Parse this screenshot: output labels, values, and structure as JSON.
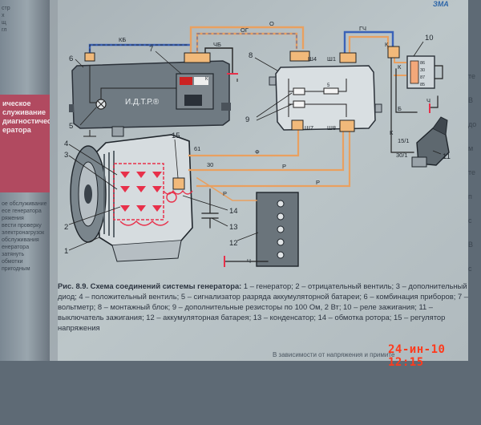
{
  "left_column": {
    "lines_top": "стр\nх\nщ\nгл",
    "highlight_lines": "ическое\nслуживание\nдиагностического\nератора",
    "lines_bottom": "ое обслуживание\nесе генератора\nряжения\nвести проверку\nэлектронагрузок\nобслуживания\nенератора\nзатянуть\nобмотки\nпригодным"
  },
  "page_header": "ЗМА",
  "right_margin": "те\nВ\nдо\nм\nте\nп\nс\nВ\nс",
  "diagram": {
    "labels": {
      "n1": "1",
      "n2": "2",
      "n3": "3",
      "n4": "4",
      "n5": "5",
      "n6": "6",
      "n7": "7",
      "n8": "8",
      "n9": "9",
      "n10": "10",
      "n11": "11",
      "n12": "12",
      "n13": "13",
      "n14": "14",
      "n15": "15"
    },
    "wires": {
      "kb": "КБ",
      "og": "ОГ",
      "o": "О",
      "chb": "ЧБ",
      "gch": "ГЧ",
      "k1": "К",
      "k2": "К",
      "b": "Б",
      "k3": "К",
      "ch1": "Ч",
      "ch2": "Ч",
      "f": "Ф",
      "r1": "Р",
      "r2": "Р",
      "r3": "Р",
      "t61": "61",
      "t30": "30",
      "t15_1": "15/1",
      "t30_1": "30/1"
    },
    "connectors": {
      "sh4": "Ш4",
      "sh7": "Ш7",
      "sh1": "Ш1",
      "sh8": "Ш8",
      "idtr": "И.Д.Т.Р.®",
      "k_label": "К",
      "relay_pins": [
        "86",
        "30",
        "87",
        "85"
      ],
      "res_label": "5"
    }
  },
  "caption": {
    "figure": "Рис. 8.9. Схема соединений системы генератора:",
    "text": " 1 – генератор; 2 – отрицательный вентиль; 3 – дополнительный диод; 4 – положительный вентиль; 5 – сигнализатор разряда аккумуляторной батареи; 6 – комбинация приборов; 7 – вольтметр; 8 – монтажный блок; 9 – дополнительные резисторы по 100 Ом, 2 Вт; 10 – реле зажигания; 11 – выключатель зажигания; 12 – аккумуляторная батарея; 13 – конденсатор; 14 – обмотка ротора; 15 – регулятор напряжения"
  },
  "bottom_fragment": "В зависимости от напряжения и примите",
  "timestamp": "24-ин-10 12:15",
  "colors": {
    "paper": "#b7c1c5",
    "wire_red": "#e8304a",
    "wire_orange": "#e9a060",
    "wire_blue": "#3a62b8",
    "ink": "#222a32",
    "timestamp": "#ff3a1c"
  }
}
